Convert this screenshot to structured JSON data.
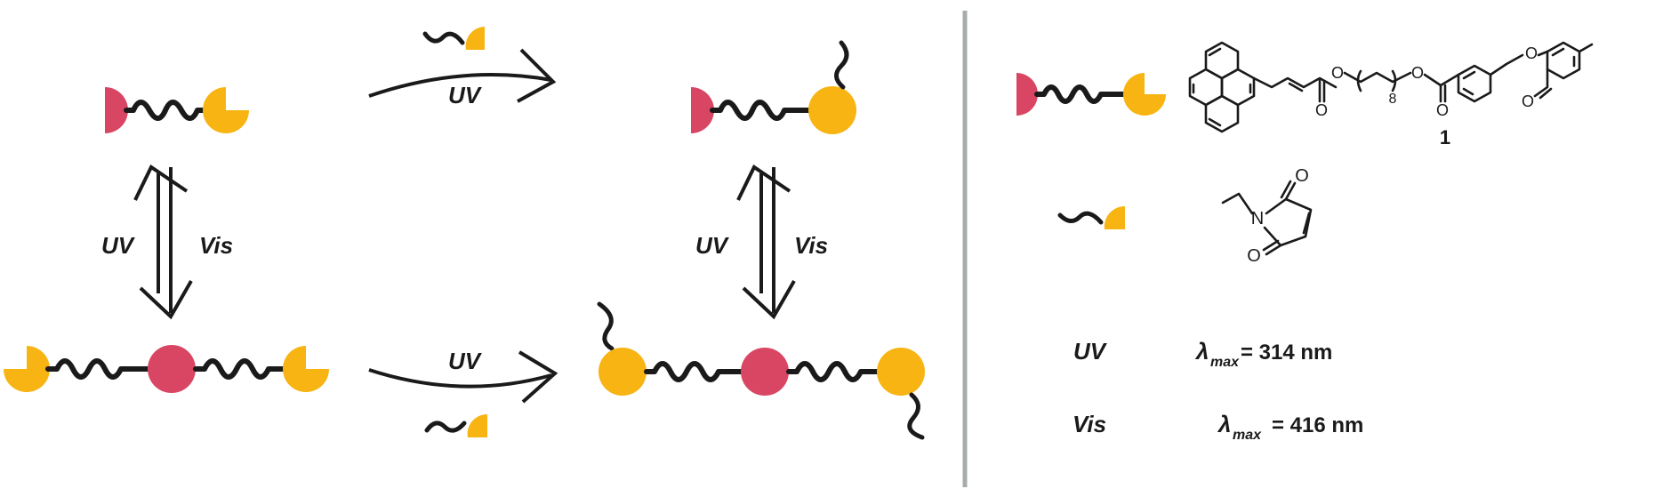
{
  "colors": {
    "red": "#d94663",
    "yellow": "#f7b412",
    "ink": "#1a1a1a",
    "divider": "#a6acab"
  },
  "scheme": {
    "uv_top": "UV",
    "uv_bottom": "UV",
    "left_eq_uv": "UV",
    "left_eq_vis": "Vis",
    "right_eq_uv": "UV",
    "right_eq_vis": "Vis"
  },
  "legend": {
    "compound_number": "1",
    "repeat_subscript": "8",
    "atom_O": "O",
    "atom_N": "N",
    "uv_label": "UV",
    "vis_label": "Vis",
    "lambda_symbol": "λ",
    "lambda_subscript": "max",
    "uv_value": "= 314 nm",
    "vis_value": "= 416 nm"
  }
}
